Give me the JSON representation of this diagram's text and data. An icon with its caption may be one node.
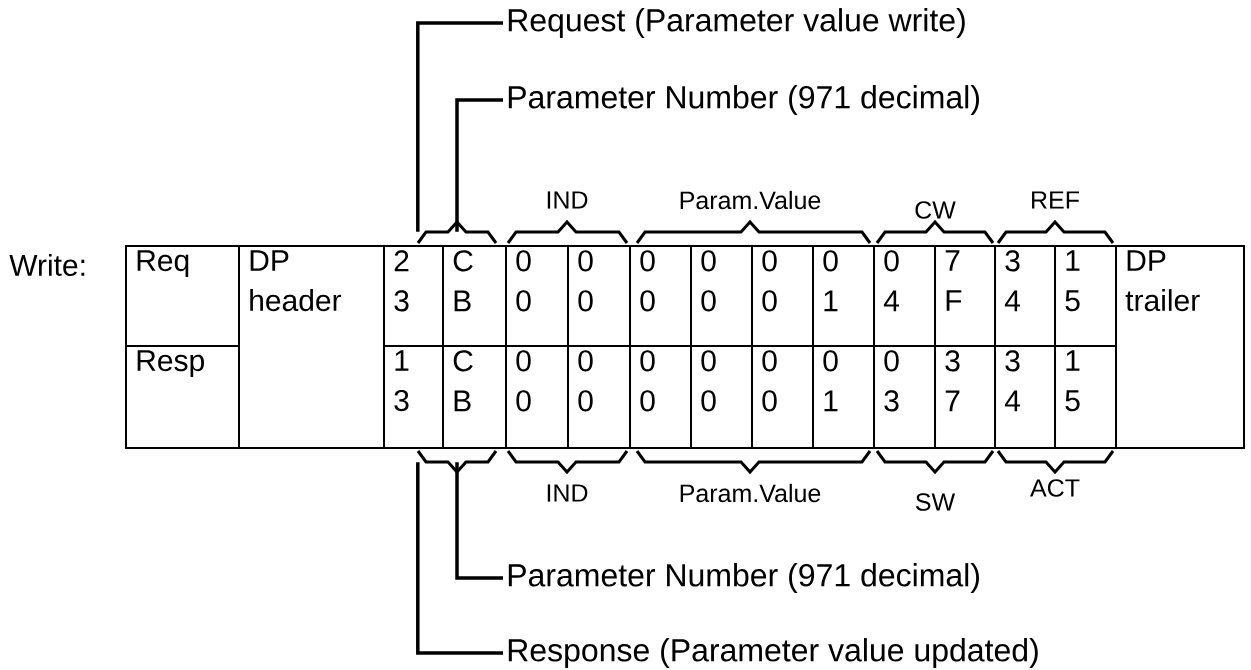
{
  "diagram": {
    "nodes": [
      {
        "text": [
          "Request (Parameter value write)"
        ]
      },
      {
        "text": [
          "Parameter Number (971 decimal)"
        ]
      },
      {
        "text": [
          "Parameter Number (971 decimal)"
        ]
      },
      {
        "text": [
          "Response (Parameter value updated)"
        ]
      },
      {
        "text": [],
        "shape": "bracket"
      },
      {
        "text": [],
        "shape": "bracket"
      }
    ],
    "edges": [
      {
        "from": 0,
        "to": 4,
        "arrow": "none"
      },
      {
        "from": 1,
        "to": 4,
        "arrow": "none"
      },
      {
        "from": 2,
        "to": 5,
        "arrow": "none"
      },
      {
        "from": 3,
        "to": 5,
        "arrow": "none"
      }
    ],
    "labels": [
      "IND",
      "Param.Value",
      "CW",
      "REF",
      "Write:",
      "Req",
      "DP header",
      "2 3",
      "C B",
      "0 0",
      "0 0",
      "0 0",
      "0 0",
      "0 0",
      "0 1",
      "0 4",
      "7 F",
      "3 4",
      "1 5",
      "DP trailer",
      "Resp",
      "1 3",
      "C B",
      "0 0",
      "0 0",
      "0 0",
      "0 0",
      "0 0",
      "0 1",
      "0 3",
      "3 7",
      "3 4",
      "1 5",
      "IND",
      "Param.Value",
      "SW",
      "ACT"
    ]
  }
}
